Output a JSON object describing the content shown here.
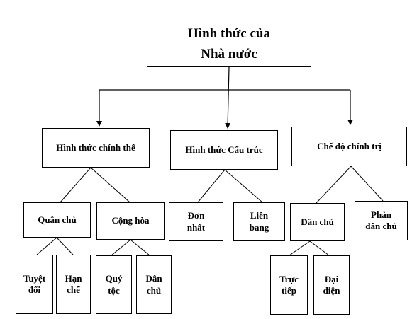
{
  "diagram": {
    "root": {
      "label": "Hình thức của\nNhà nước"
    },
    "branches": [
      {
        "label": "Hình thức chính thể",
        "children": [
          {
            "label": "Quân chủ",
            "children": [
              {
                "label": "Tuyệt\nđối"
              },
              {
                "label": "Hạn\nchế"
              }
            ]
          },
          {
            "label": "Cộng hòa",
            "children": [
              {
                "label": "Quý\ntộc"
              },
              {
                "label": "Dân\nchủ"
              }
            ]
          }
        ]
      },
      {
        "label": "Hình thức Cấu trúc",
        "children": [
          {
            "label": "Đơn\nnhất"
          },
          {
            "label": "Liên\nbang"
          }
        ]
      },
      {
        "label": "Chế độ chính trị",
        "children": [
          {
            "label": "Dân chủ",
            "children": [
              {
                "label": "Trực\ntiếp"
              },
              {
                "label": "Đại\ndiện"
              }
            ]
          },
          {
            "label": "Phản\ndân chủ"
          }
        ]
      }
    ]
  }
}
